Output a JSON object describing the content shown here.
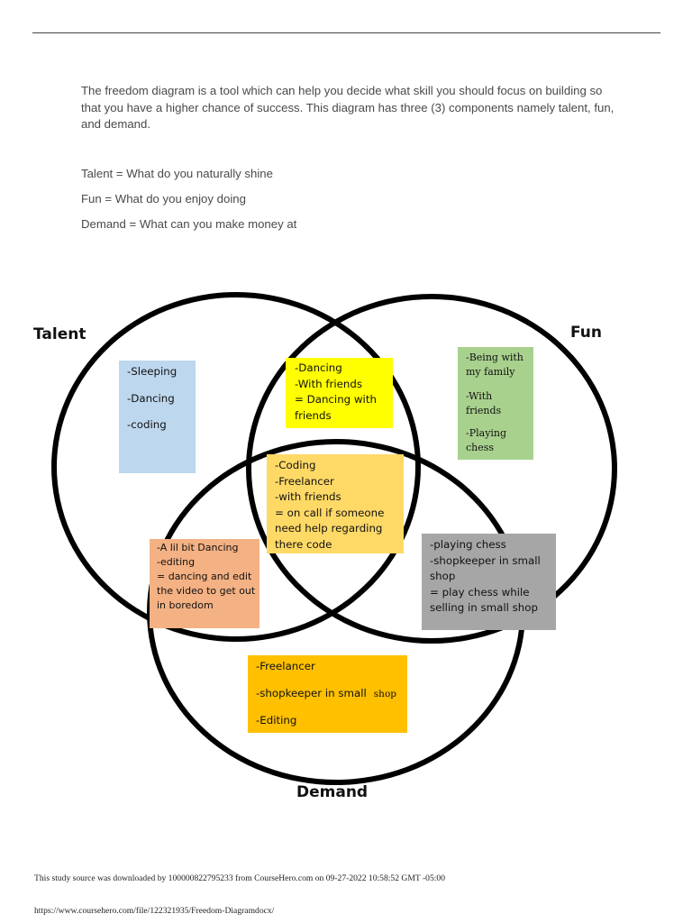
{
  "intro": {
    "paragraph": "The freedom diagram is a tool which can help you decide what skill you should focus on building so that you have a higher chance of success. This diagram has three (3) components namely talent, fun, and demand.",
    "talent_def": "Talent = What do you naturally shine",
    "fun_def": "Fun = What do you enjoy doing",
    "demand_def": "Demand = What can you make money at"
  },
  "diagram": {
    "labels": {
      "talent": "Talent",
      "fun": "Fun",
      "demand": "Demand"
    },
    "colors": {
      "talent_only": "#bdd7ee",
      "talent_fun": "#ffff00",
      "fun_only": "#a9d18e",
      "center": "#ffd966",
      "talent_demand": "#f4b183",
      "fun_demand": "#a6a6a6",
      "demand_only": "#ffc000"
    },
    "talent_only": {
      "items": [
        "-Sleeping",
        "-Dancing",
        "-coding"
      ]
    },
    "talent_fun": {
      "lines": [
        "-Dancing",
        "-With friends",
        "= Dancing with",
        "friends"
      ]
    },
    "fun_only": {
      "items": [
        "-Being with my family",
        "-With friends",
        "-Playing chess"
      ]
    },
    "center": {
      "lines": [
        "-Coding",
        "-Freelancer",
        "-with friends",
        "= on call if someone",
        "need help regarding",
        "there code"
      ]
    },
    "talent_demand": {
      "lines": [
        "-A lil bit Dancing",
        "-editing",
        "= dancing and edit",
        "the video to get out",
        "in boredom"
      ]
    },
    "fun_demand": {
      "lines": [
        "-playing chess",
        "-shopkeeper in small",
        "shop",
        "= play chess while",
        "selling in small shop"
      ]
    },
    "demand_only": {
      "item1": "-Freelancer",
      "item2_main": "-shopkeeper in small",
      "item2_tail": "shop",
      "item3": "-Editing"
    }
  },
  "footer": {
    "source_line": "This study source was downloaded by 100000822795233 from CourseHero.com on 09-27-2022 10:58:52 GMT -05:00",
    "url": "https://www.coursehero.com/file/122321935/Freedom-Diagramdocx/"
  }
}
